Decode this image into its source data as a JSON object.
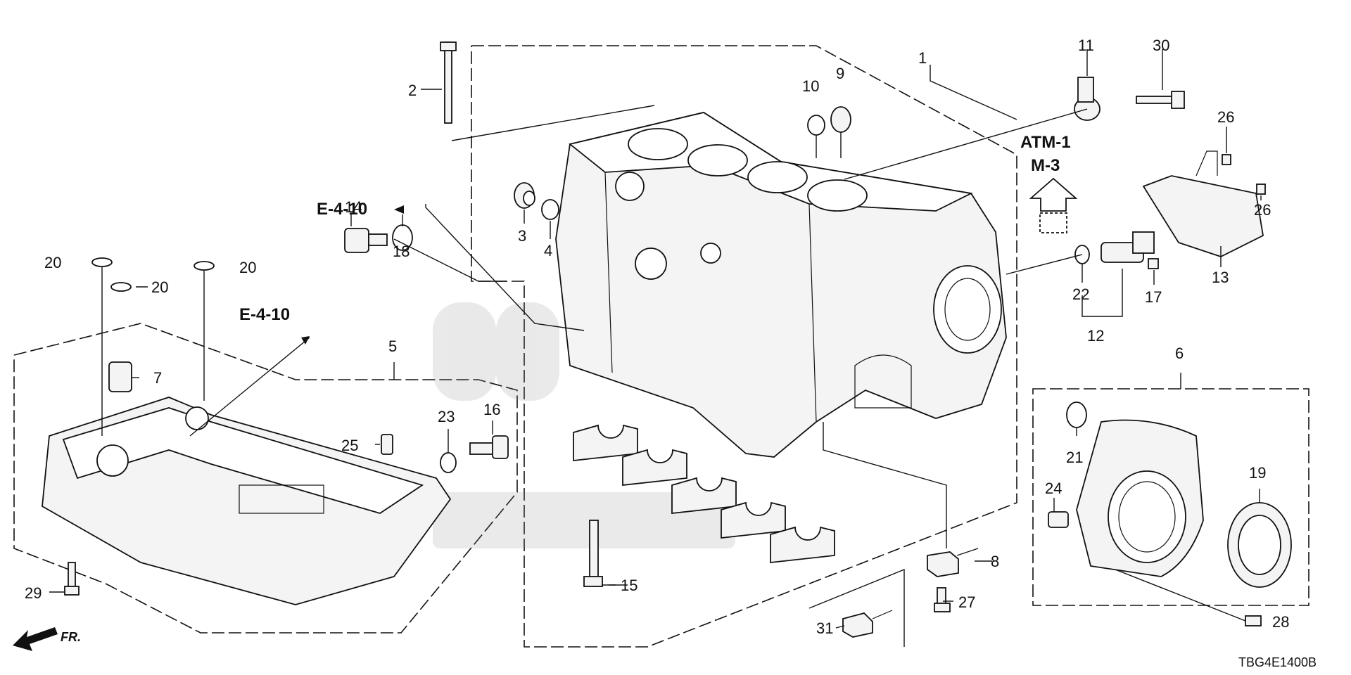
{
  "diagram_code": "TBG4E1400B",
  "front_indicator": "FR.",
  "refs": {
    "e_ref_upper": "E-4-10",
    "e_ref_lower": "E-4-10",
    "atm": "ATM-1",
    "m": "M-3"
  },
  "callouts": {
    "p1": "1",
    "p2": "2",
    "p3": "3",
    "p4": "4",
    "p5": "5",
    "p6": "6",
    "p7": "7",
    "p8": "8",
    "p9": "9",
    "p10": "10",
    "p11": "11",
    "p12": "12",
    "p13": "13",
    "p14": "14",
    "p15": "15",
    "p16": "16",
    "p17": "17",
    "p18": "18",
    "p19": "19",
    "p20a": "20",
    "p20b": "20",
    "p20c": "20",
    "p21": "21",
    "p22": "22",
    "p23": "23",
    "p24": "24",
    "p25": "25",
    "p26a": "26",
    "p26b": "26",
    "p27": "27",
    "p28": "28",
    "p29": "29",
    "p30": "30",
    "p31": "31"
  }
}
